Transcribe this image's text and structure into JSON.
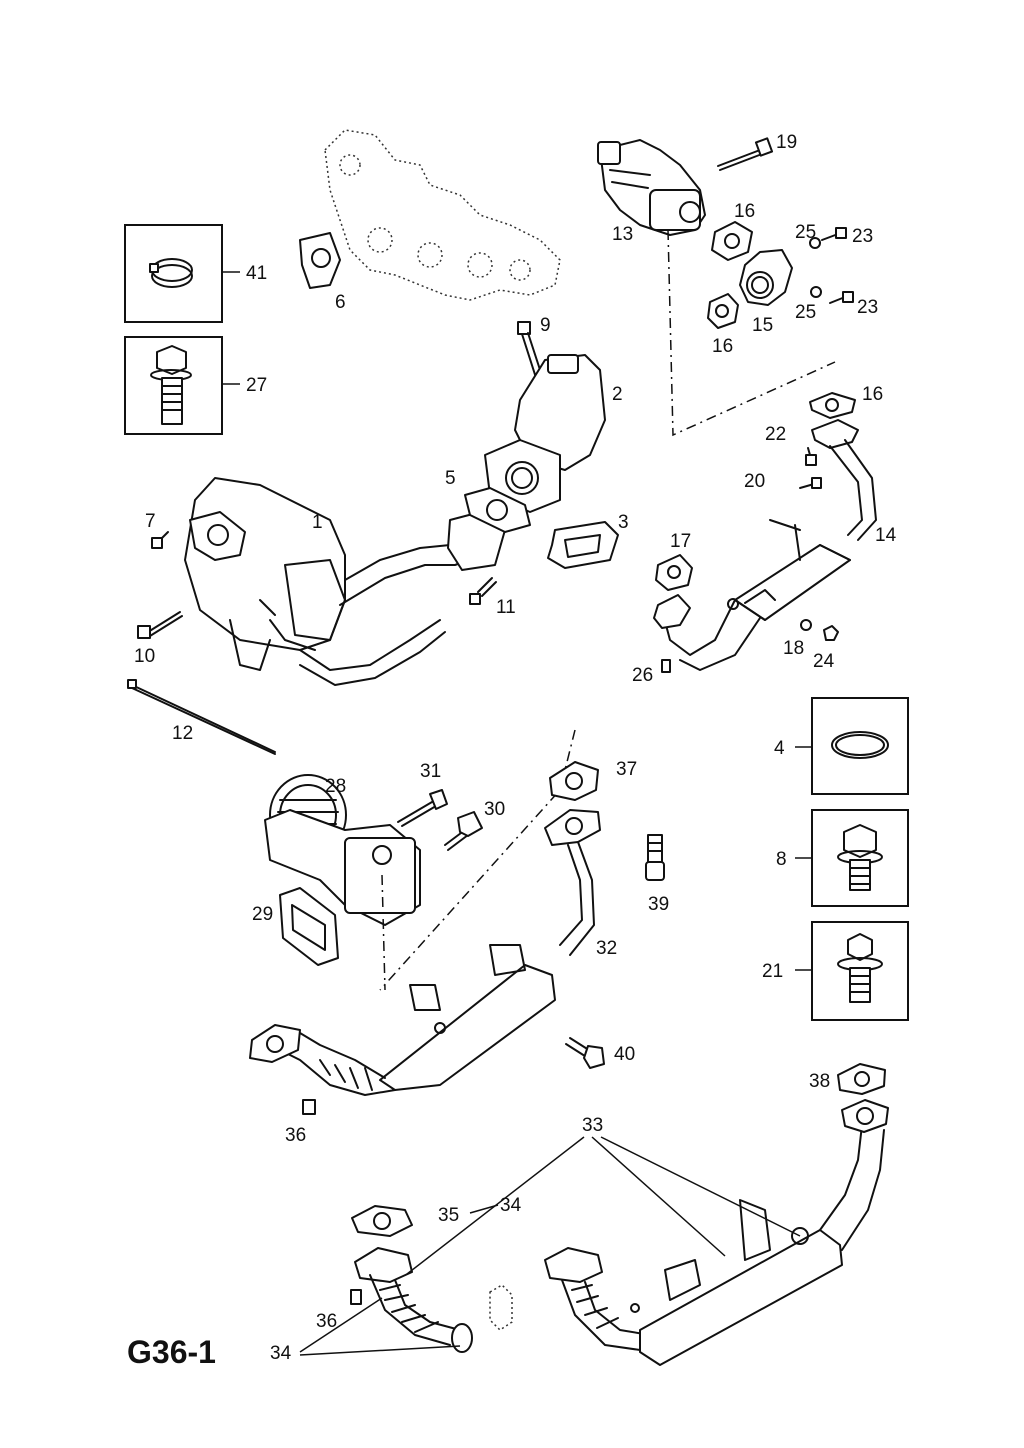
{
  "diagram": {
    "code": "G36-1",
    "labels": [
      "1",
      "2",
      "3",
      "4",
      "5",
      "6",
      "7",
      "8",
      "9",
      "10",
      "11",
      "12",
      "13",
      "14",
      "15",
      "16",
      "16",
      "16",
      "17",
      "18",
      "19",
      "20",
      "21",
      "22",
      "23",
      "23",
      "24",
      "25",
      "25",
      "26",
      "27",
      "28",
      "29",
      "30",
      "31",
      "32",
      "33",
      "34",
      "34",
      "35",
      "36",
      "36",
      "37",
      "38",
      "39",
      "40",
      "41"
    ]
  }
}
